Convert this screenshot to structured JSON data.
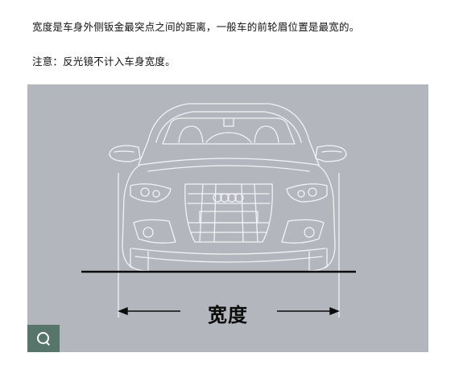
{
  "article": {
    "line1": "宽度是车身外侧钣金最突点之间的距离，一般车的前轮眉位置是最宽的。",
    "line2": "注意：反光镜不计入车身宽度。"
  },
  "figure": {
    "width_label": "宽度",
    "background_color": "#b3b6bd",
    "illustration": "audi-a8-front-view-outline"
  },
  "search_button": {
    "icon": "search-icon",
    "color": "#57756b"
  }
}
